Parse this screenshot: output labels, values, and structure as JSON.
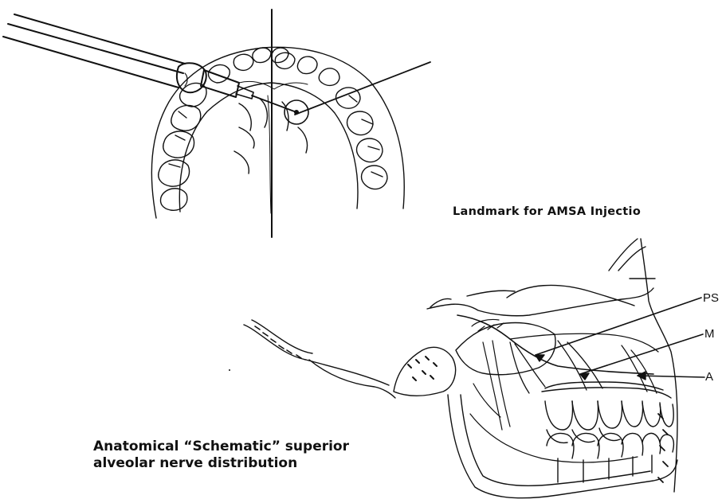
{
  "captions": {
    "amsa_landmark": "Landmark for AMSA Injectio",
    "schematic_line1": "Anatomical “Schematic” superior",
    "schematic_line2": "alveolar nerve distribution"
  },
  "nerve_labels": {
    "psa": "PS",
    "msa": "M",
    "asa": "A"
  },
  "colors": {
    "ink": "#111111",
    "background": "#ffffff"
  }
}
